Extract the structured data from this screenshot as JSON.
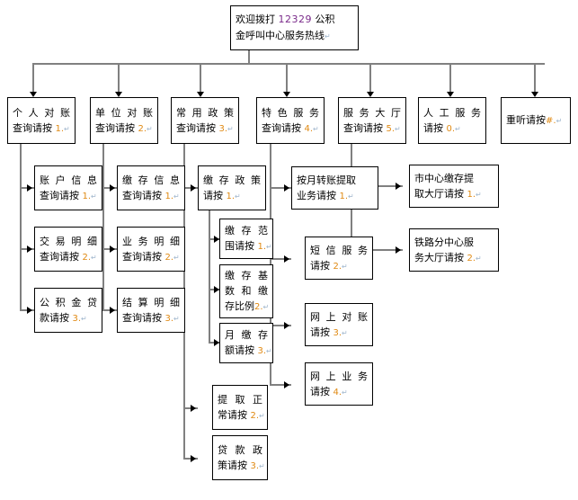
{
  "diagram": {
    "title_node": {
      "line1_pre": "欢迎拨打",
      "line1_num": "12329",
      "line1_post": "公积",
      "line2": "金呼叫中心服务热线",
      "pilcrow": "↵"
    },
    "level1": [
      {
        "id": "l1-1",
        "line1": "个人对账",
        "line2": "查询请按",
        "num": "1."
      },
      {
        "id": "l1-2",
        "line1": "单位对账",
        "line2": "查询请按",
        "num": "2."
      },
      {
        "id": "l1-3",
        "line1": "常用政策",
        "line2": "查询请按",
        "num": "3."
      },
      {
        "id": "l1-4",
        "line1": "特色服务",
        "line2": "查询请按",
        "num": "4."
      },
      {
        "id": "l1-5",
        "line1": "服务大厅",
        "line2": "查询请按",
        "num": "5."
      },
      {
        "id": "l1-6",
        "line1": "人工服务",
        "line2": "请按",
        "num": "0."
      },
      {
        "id": "l1-7",
        "line1": "重听请按",
        "line2": "",
        "num": "#."
      }
    ],
    "col1_children": [
      {
        "id": "c1-1",
        "line1": "账户信息",
        "line2": "查询请按",
        "num": "1."
      },
      {
        "id": "c1-2",
        "line1": "交易明细",
        "line2": "查询请按",
        "num": "2."
      },
      {
        "id": "c1-3",
        "line1": "公积金贷",
        "line2": "款请按",
        "num": "3."
      }
    ],
    "col2_children": [
      {
        "id": "c2-1",
        "line1": "缴存信息",
        "line2": "查询请按",
        "num": "1."
      },
      {
        "id": "c2-2",
        "line1": "业务明细",
        "line2": "查询请按",
        "num": "2."
      },
      {
        "id": "c2-3",
        "line1": "结算明细",
        "line2": "查询请按",
        "num": "3."
      }
    ],
    "col3_children": [
      {
        "id": "c3-1",
        "line1": "缴存政策",
        "line2": "请按",
        "num": "1."
      },
      {
        "id": "c3-2",
        "line1": "提取正",
        "line2": "常请按",
        "num": "2."
      },
      {
        "id": "c3-3",
        "line1": "贷款政",
        "line2": "策请按",
        "num": "3."
      }
    ],
    "col3_grandchildren": [
      {
        "id": "g3-1",
        "line1": "缴存范",
        "line2": "围请按",
        "num": "1."
      },
      {
        "id": "g3-2",
        "line1": "缴存基",
        "line2": "数和缴",
        "line3": "存比例",
        "num": "2."
      },
      {
        "id": "g3-3",
        "line1": "月缴存",
        "line2": "额请按",
        "num": "3."
      }
    ],
    "col4_children": [
      {
        "id": "c4-1",
        "line1": "按月转账提取",
        "line2": "业务请按",
        "num": "1."
      },
      {
        "id": "c4-2",
        "line1": "短信服务",
        "line2": "请按",
        "num": "2."
      },
      {
        "id": "c4-3",
        "line1": "网上对账",
        "line2": "请按",
        "num": "3."
      },
      {
        "id": "c4-4",
        "line1": "网上业务",
        "line2": "请按",
        "num": "4."
      }
    ],
    "col5_children": [
      {
        "id": "c5-1",
        "line1": "市中心缴存提",
        "line2": "取大厅请按",
        "num": "1."
      },
      {
        "id": "c5-2",
        "line1": "铁路分中心服",
        "line2": "务大厅请按",
        "num": "2."
      }
    ],
    "colors": {
      "number": "#e08a14",
      "connector": "#808080",
      "arrow": "#000000",
      "border": "#000000",
      "highlight": "#7a2a8a"
    }
  }
}
